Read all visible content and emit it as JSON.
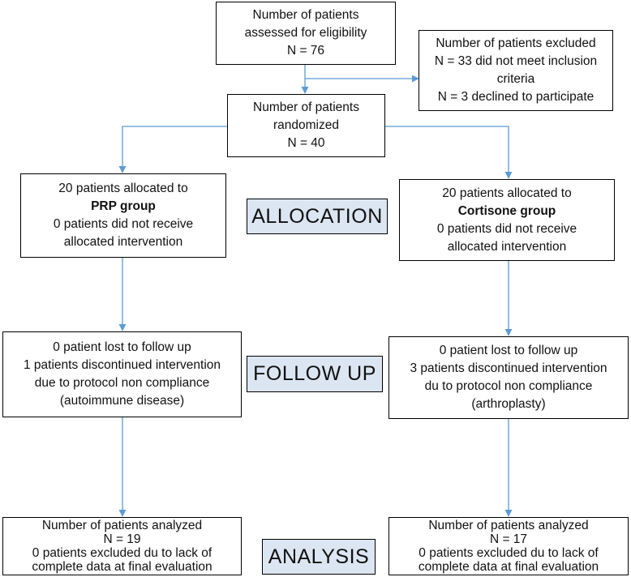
{
  "boxes": {
    "assessed": [
      "Number of patients",
      "assessed for eligibility",
      "N = 76"
    ],
    "excluded": [
      "Number of patients excluded",
      "N = 33 did not meet inclusion",
      "criteria",
      "N = 3 declined to participate"
    ],
    "randomized": [
      "Number of patients",
      "randomized",
      "N = 40"
    ],
    "prp_alloc": {
      "l1": "20 patients allocated to",
      "group": "PRP group",
      "l3": "0 patients did not receive",
      "l4": "allocated intervention"
    },
    "cort_alloc": {
      "l1": "20 patients allocated to",
      "group": "Cortisone group",
      "l3": "0 patients did not receive",
      "l4": "allocated intervention"
    },
    "prp_follow": [
      "0 patient lost to follow up",
      "1 patients discontinued intervention",
      "due to protocol non compliance",
      "(autoimmune disease)"
    ],
    "cort_follow": [
      "0 patient lost to follow up",
      "3 patients discontinued intervention",
      "du to protocol non compliance",
      "(arthroplasty)"
    ],
    "prp_analysis": [
      "Number of patients analyzed",
      "N = 19",
      "0 patients excluded du to lack of",
      "complete data at final evaluation"
    ],
    "cort_analysis": [
      "Number of patients analyzed",
      "N = 17",
      "0 patients excluded du to lack of",
      "complete data at final evaluation"
    ]
  },
  "stages": {
    "allocation": "ALLOCATION",
    "followup": "FOLLOW UP",
    "analysis": "ANALYSIS"
  },
  "colors": {
    "arrow": "#5b9bd5",
    "stage_fill": "#dce6f2",
    "border": "#000000"
  }
}
